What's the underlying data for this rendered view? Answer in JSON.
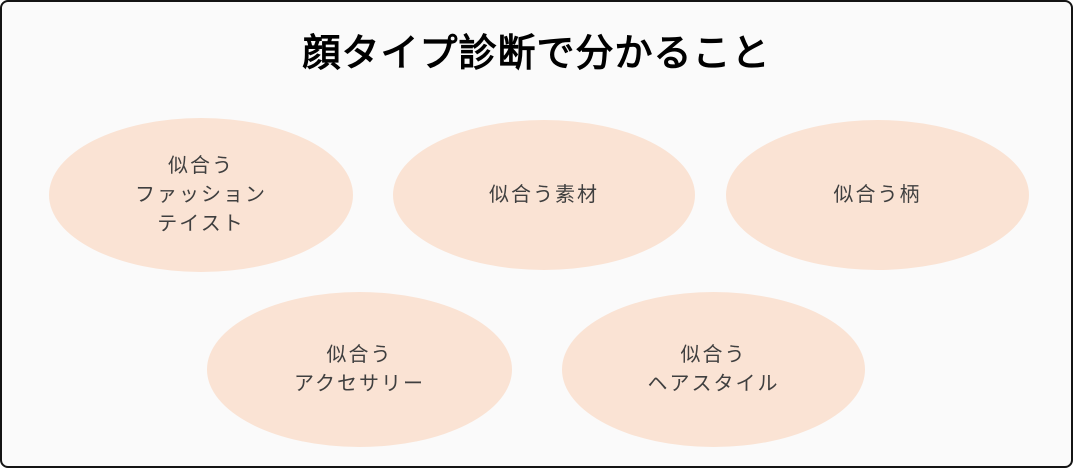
{
  "page": {
    "title": "顔タイプ診断で分かること",
    "background_color": "#FAFAFA",
    "border_color": "#141414",
    "ellipse_fill_color": "#FAE3D4",
    "ellipse_text_color": "#3F3F3F",
    "title_color": "#000000"
  },
  "ellipses": [
    {
      "id": "fashion-taste",
      "label": "似合う\nファッション\nテイスト"
    },
    {
      "id": "material",
      "label": "似合う素材"
    },
    {
      "id": "pattern",
      "label": "似合う柄"
    },
    {
      "id": "accessory",
      "label": "似合う\nアクセサリー"
    },
    {
      "id": "hairstyle",
      "label": "似合う\nヘアスタイル"
    }
  ]
}
